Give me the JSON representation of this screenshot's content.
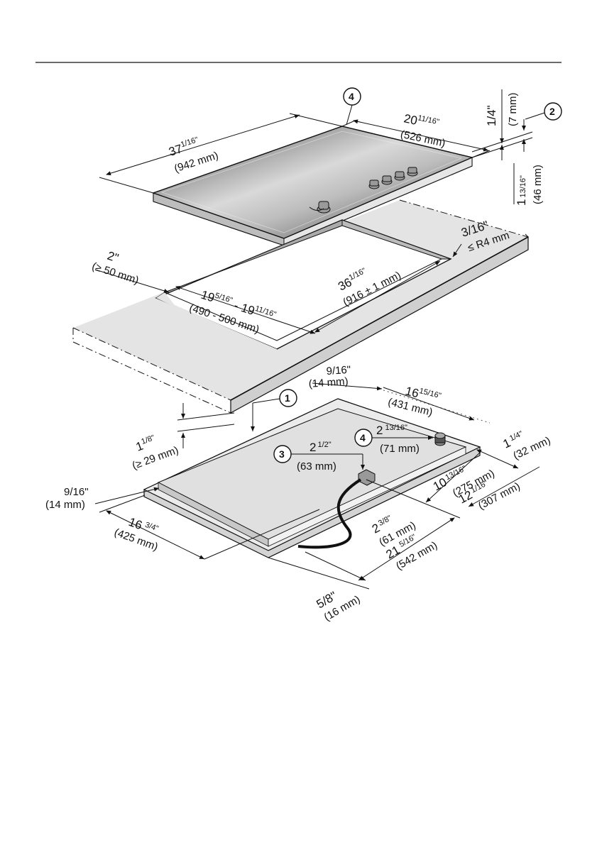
{
  "callouts": {
    "c1": "1",
    "c2": "2",
    "c3": "3",
    "c4_top": "4",
    "c4_bottom": "4"
  },
  "hob": {
    "width_in": "37",
    "width_frac": "1/16",
    "width_in_q": "\"",
    "width_mm": "(942 mm)",
    "depth_in": "20",
    "depth_frac": "11/16",
    "depth_in_q": "\"",
    "depth_mm": "(526 mm)",
    "glass_in": "1/4\"",
    "glass_mm": "(7 mm)",
    "height_in": "1",
    "height_frac": "13/16\"",
    "height_mm": "(46 mm)"
  },
  "cutout": {
    "edge_in": "2\"",
    "edge_mm": "(≥ 50 mm)",
    "depth_in": "19",
    "depth_frac1": "5/16\"",
    "depth_dash": " - 19",
    "depth_frac2": "11/16\"",
    "depth_mm": "(490 - 500 mm)",
    "width_in": "36",
    "width_frac": "1/16\"",
    "width_mm": "(916 ± 1 mm)",
    "radius_in": "3/16\"",
    "radius_mm": "≤ R4 mm",
    "worktop_in": "1",
    "worktop_frac": "1/8\"",
    "worktop_mm": "(≥ 29 mm)"
  },
  "underside": {
    "offset_top_in": "9/16\"",
    "offset_top_mm": "(14 mm)",
    "len_in": "16",
    "len_frac": "15/16\"",
    "len_mm": "(431 mm)",
    "conn_in": "2",
    "conn_frac": "13/16\"",
    "conn_mm": "(71 mm)",
    "cable_in": "2",
    "cable_frac": "1/2\"",
    "cable_mm": "(63 mm)",
    "side_in": "1",
    "side_frac": "1/4\"",
    "side_mm": "(32 mm)",
    "d1_in": "10",
    "d1_frac": "13/16\"",
    "d1_mm": "(275 mm)",
    "d2_in": "12",
    "d2_frac": "1/16\"",
    "d2_mm": "(307 mm)",
    "offset_left_in": "9/16\"",
    "offset_left_mm": "(14 mm)",
    "w_in": "16",
    "w_frac": "3/4\"",
    "w_mm": "(425 mm)",
    "f_in": "2",
    "f_frac": "3/8\"",
    "f_mm": "(61 mm)",
    "l_in": "21",
    "l_frac": "5/16\"",
    "l_mm": "(542 mm)",
    "b_in": "5/8\"",
    "b_mm": "(16 mm)"
  },
  "colors": {
    "line": "#111111",
    "glass_dark": "#3a3a3a",
    "glass_light": "#d8d8d8",
    "worktop": "#e4e4e4",
    "underside": "#e0e0e0"
  }
}
